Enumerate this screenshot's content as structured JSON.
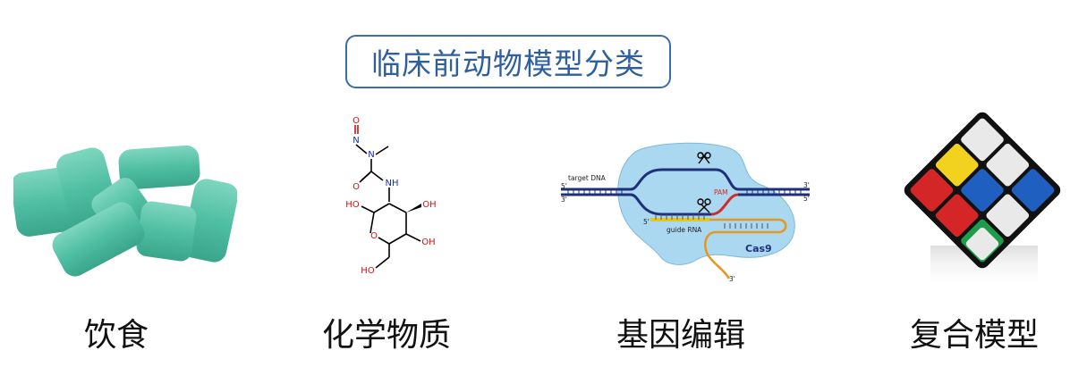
{
  "title": "临床前动物模型分类",
  "categories": [
    {
      "id": "diet",
      "label": "饮食"
    },
    {
      "id": "chemical",
      "label": "化学物质"
    },
    {
      "id": "gene-editing",
      "label": "基因编辑"
    },
    {
      "id": "composite",
      "label": "复合模型"
    }
  ],
  "molecule": {
    "atom_O_nitroso": "O",
    "atom_N_nitroso": "N",
    "atom_N_methyl": "N",
    "atom_O_carbonyl": "O",
    "atom_NH": "NH",
    "atom_HO_left": "HO",
    "atom_OH_right": "OH",
    "atom_O_ring": "O",
    "atom_OH_lower": "OH",
    "atom_HO_bottom": "HO"
  },
  "crispr": {
    "target_dna": "target DNA",
    "five_prime_top": "5'",
    "three_prime_top": "3'",
    "three_prime_left": "3'",
    "five_prime_right": "5'",
    "pam": "PAM",
    "five_prime_guide": "5'",
    "guide_rna": "guide RNA",
    "cas9": "Cas9",
    "three_prime_tail": "3'"
  },
  "colors": {
    "title_border": "#3a6da3",
    "title_text": "#2f5f9e",
    "gum": "#4fbfa3",
    "cas9_fill": "#a9d8f0",
    "dna_strand": "#1f2f7a",
    "pam": "#d22b2b",
    "guide": "#e6c619",
    "tail": "#e8961e"
  }
}
